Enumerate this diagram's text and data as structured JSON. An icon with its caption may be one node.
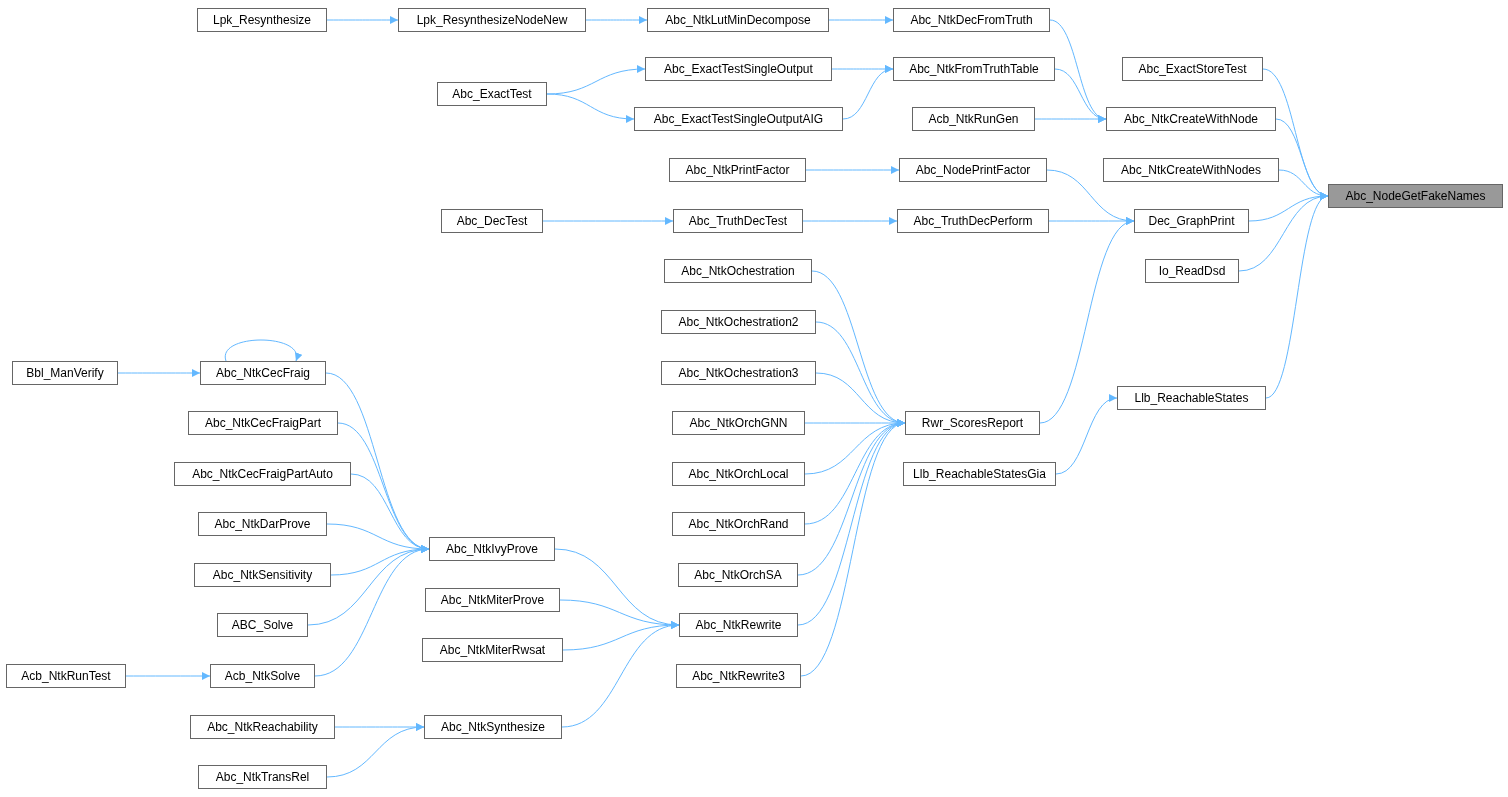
{
  "diagram": {
    "nodes": [
      {
        "text": [
          "Lpk_Resynthesize"
        ]
      },
      {
        "text": [
          "Lpk_ResynthesizeNodeNew"
        ]
      },
      {
        "text": [
          "Abc_NtkLutMinDecompose"
        ]
      },
      {
        "text": [
          "Abc_NtkDecFromTruth"
        ]
      },
      {
        "text": [
          "Abc_ExactStoreTest"
        ]
      },
      {
        "text": [
          "Abc_ExactTestSingleOutput"
        ]
      },
      {
        "text": [
          "Abc_NtkFromTruthTable"
        ]
      },
      {
        "text": [
          "Abc_ExactTest"
        ]
      },
      {
        "text": [
          "Abc_ExactTestSingleOutputAIG"
        ]
      },
      {
        "text": [
          "Acb_NtkRunGen"
        ]
      },
      {
        "text": [
          "Abc_NtkCreateWithNode"
        ]
      },
      {
        "text": [
          "Abc_NtkPrintFactor"
        ]
      },
      {
        "text": [
          "Abc_NodePrintFactor"
        ]
      },
      {
        "text": [
          "Abc_NtkCreateWithNodes"
        ]
      },
      {
        "text": [
          "Abc_NodeGetFakeNames"
        ]
      },
      {
        "text": [
          "Abc_DecTest"
        ]
      },
      {
        "text": [
          "Abc_TruthDecTest"
        ]
      },
      {
        "text": [
          "Abc_TruthDecPerform"
        ]
      },
      {
        "text": [
          "Dec_GraphPrint"
        ]
      },
      {
        "text": [
          "Io_ReadDsd"
        ]
      },
      {
        "text": [
          "Abc_NtkOchestration"
        ]
      },
      {
        "text": [
          "Abc_NtkOchestration2"
        ]
      },
      {
        "text": [
          "Abc_NtkOchestration3"
        ]
      },
      {
        "text": [
          "Bbl_ManVerify"
        ]
      },
      {
        "text": [
          "Abc_NtkCecFraig"
        ]
      },
      {
        "text": [
          "Llb_ReachableStates"
        ]
      },
      {
        "text": [
          "Abc_NtkCecFraigPart"
        ]
      },
      {
        "text": [
          "Rwr_ScoresReport"
        ]
      },
      {
        "text": [
          "Abc_NtkOrchGNN"
        ]
      },
      {
        "text": [
          "Abc_NtkCecFraigPartAuto"
        ]
      },
      {
        "text": [
          "Abc_NtkOrchLocal"
        ]
      },
      {
        "text": [
          "Llb_ReachableStatesGia"
        ]
      },
      {
        "text": [
          "Abc_NtkDarProve"
        ]
      },
      {
        "text": [
          "Abc_NtkIvyProve"
        ]
      },
      {
        "text": [
          "Abc_NtkOrchRand"
        ]
      },
      {
        "text": [
          "Abc_NtkSensitivity"
        ]
      },
      {
        "text": [
          "Abc_NtkOrchSA"
        ]
      },
      {
        "text": [
          "Abc_NtkMiterProve"
        ]
      },
      {
        "text": [
          "ABC_Solve"
        ]
      },
      {
        "text": [
          "Abc_NtkRewrite"
        ]
      },
      {
        "text": [
          "Abc_NtkMiterRwsat"
        ]
      },
      {
        "text": [
          "Acb_NtkRunTest"
        ]
      },
      {
        "text": [
          "Acb_NtkSolve"
        ]
      },
      {
        "text": [
          "Abc_NtkRewrite3"
        ]
      },
      {
        "text": [
          "Abc_NtkReachability"
        ]
      },
      {
        "text": [
          "Abc_NtkSynthesize"
        ]
      },
      {
        "text": [
          "Abc_NtkTransRel"
        ]
      }
    ],
    "edges": [
      {
        "from": 0,
        "to": 1,
        "arrow": "to"
      },
      {
        "from": 1,
        "to": 2,
        "arrow": "to"
      },
      {
        "from": 2,
        "to": 3,
        "arrow": "to"
      },
      {
        "from": 3,
        "to": 10,
        "arrow": "to"
      },
      {
        "from": 4,
        "to": 14,
        "arrow": "to"
      },
      {
        "from": 5,
        "to": 6,
        "arrow": "to"
      },
      {
        "from": 7,
        "to": 5,
        "arrow": "to"
      },
      {
        "from": 7,
        "to": 8,
        "arrow": "to"
      },
      {
        "from": 8,
        "to": 6,
        "arrow": "to"
      },
      {
        "from": 6,
        "to": 10,
        "arrow": "to"
      },
      {
        "from": 9,
        "to": 10,
        "arrow": "to"
      },
      {
        "from": 10,
        "to": 14,
        "arrow": "to"
      },
      {
        "from": 11,
        "to": 12,
        "arrow": "to"
      },
      {
        "from": 12,
        "to": 18,
        "arrow": "to"
      },
      {
        "from": 13,
        "to": 14,
        "arrow": "to"
      },
      {
        "from": 18,
        "to": 14,
        "arrow": "to"
      },
      {
        "from": 15,
        "to": 16,
        "arrow": "to"
      },
      {
        "from": 16,
        "to": 17,
        "arrow": "to"
      },
      {
        "from": 17,
        "to": 18,
        "arrow": "to"
      },
      {
        "from": 19,
        "to": 14,
        "arrow": "to"
      },
      {
        "from": 27,
        "to": 18,
        "arrow": "to"
      },
      {
        "from": 25,
        "to": 14,
        "arrow": "to"
      },
      {
        "from": 31,
        "to": 25,
        "arrow": "to"
      },
      {
        "from": 20,
        "to": 27,
        "arrow": "to"
      },
      {
        "from": 21,
        "to": 27,
        "arrow": "to"
      },
      {
        "from": 22,
        "to": 27,
        "arrow": "to"
      },
      {
        "from": 28,
        "to": 27,
        "arrow": "to"
      },
      {
        "from": 30,
        "to": 27,
        "arrow": "to"
      },
      {
        "from": 34,
        "to": 27,
        "arrow": "to"
      },
      {
        "from": 36,
        "to": 27,
        "arrow": "to"
      },
      {
        "from": 39,
        "to": 27,
        "arrow": "to"
      },
      {
        "from": 43,
        "to": 27,
        "arrow": "to"
      },
      {
        "from": 23,
        "to": 24,
        "arrow": "to"
      },
      {
        "from": 24,
        "to": 24,
        "arrow": "to"
      },
      {
        "from": 24,
        "to": 33,
        "arrow": "to"
      },
      {
        "from": 26,
        "to": 33,
        "arrow": "to"
      },
      {
        "from": 29,
        "to": 33,
        "arrow": "to"
      },
      {
        "from": 32,
        "to": 33,
        "arrow": "to"
      },
      {
        "from": 35,
        "to": 33,
        "arrow": "to"
      },
      {
        "from": 38,
        "to": 33,
        "arrow": "to"
      },
      {
        "from": 42,
        "to": 33,
        "arrow": "to"
      },
      {
        "from": 41,
        "to": 42,
        "arrow": "to"
      },
      {
        "from": 33,
        "to": 39,
        "arrow": "to"
      },
      {
        "from": 37,
        "to": 39,
        "arrow": "to"
      },
      {
        "from": 40,
        "to": 39,
        "arrow": "to"
      },
      {
        "from": 45,
        "to": 39,
        "arrow": "to"
      },
      {
        "from": 44,
        "to": 45,
        "arrow": "to"
      },
      {
        "from": 46,
        "to": 45,
        "arrow": "to"
      }
    ]
  }
}
